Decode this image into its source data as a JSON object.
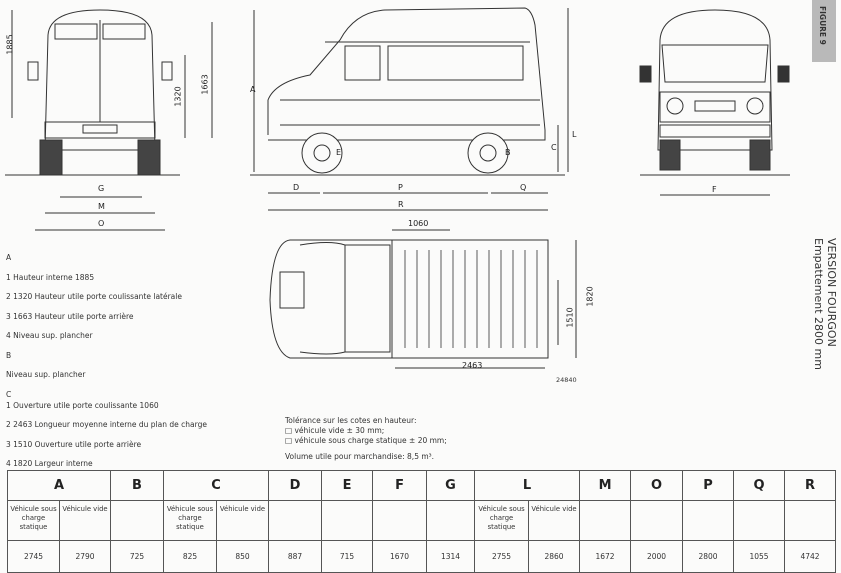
{
  "figure_tab": "FIGURE 9",
  "version": {
    "title": "VERSION FOURGON",
    "subtitle": "Empattement 2800 mm"
  },
  "drawing_labels": {
    "rear": {
      "h1": "1885",
      "h2": "1320",
      "h3": "1663",
      "g": "G",
      "m": "M",
      "o": "O"
    },
    "side": {
      "a": "A",
      "b": "B",
      "c": "C",
      "d": "D",
      "e": "E",
      "l": "L",
      "p": "P",
      "q": "Q",
      "r": "R"
    },
    "front": {
      "f": "F"
    },
    "top": {
      "door": "1060",
      "width": "1820",
      "rear_door": "1510",
      "length": "2463"
    },
    "reference": "24840"
  },
  "legend": [
    "A",
    "1  Hauteur interne 1885",
    "2  1320 Hauteur utile porte coulissante latérale",
    "3  1663 Hauteur utile porte arrière",
    "4  Niveau sup. plancher",
    "B",
    "Niveau sup. plancher",
    "C",
    "1  Ouverture utile porte coulissante 1060",
    "2  2463 Longueur moyenne interne du plan de charge",
    "3  1510 Ouverture utile porte arrière",
    "4  1820 Largeur interne"
  ],
  "tolerance": {
    "title": "Tolérance sur les cotes en hauteur:",
    "line1": "□  véhicule vide ± 30 mm;",
    "line2": "□  véhicule sous charge statique ± 20 mm;",
    "volume": "Volume utile pour marchandise: 8,5 m³."
  },
  "table": {
    "headers": [
      "A",
      "B",
      "C",
      "D",
      "E",
      "F",
      "G",
      "L",
      "M",
      "O",
      "P",
      "Q",
      "R"
    ],
    "sub_loaded": "Véhicule sous charge statique",
    "sub_empty": "Véhicule vide",
    "values": [
      "2745",
      "2790",
      "725",
      "825",
      "850",
      "887",
      "715",
      "1670",
      "1314",
      "2755",
      "2860",
      "1672",
      "2000",
      "2800",
      "1055",
      "4742"
    ]
  }
}
